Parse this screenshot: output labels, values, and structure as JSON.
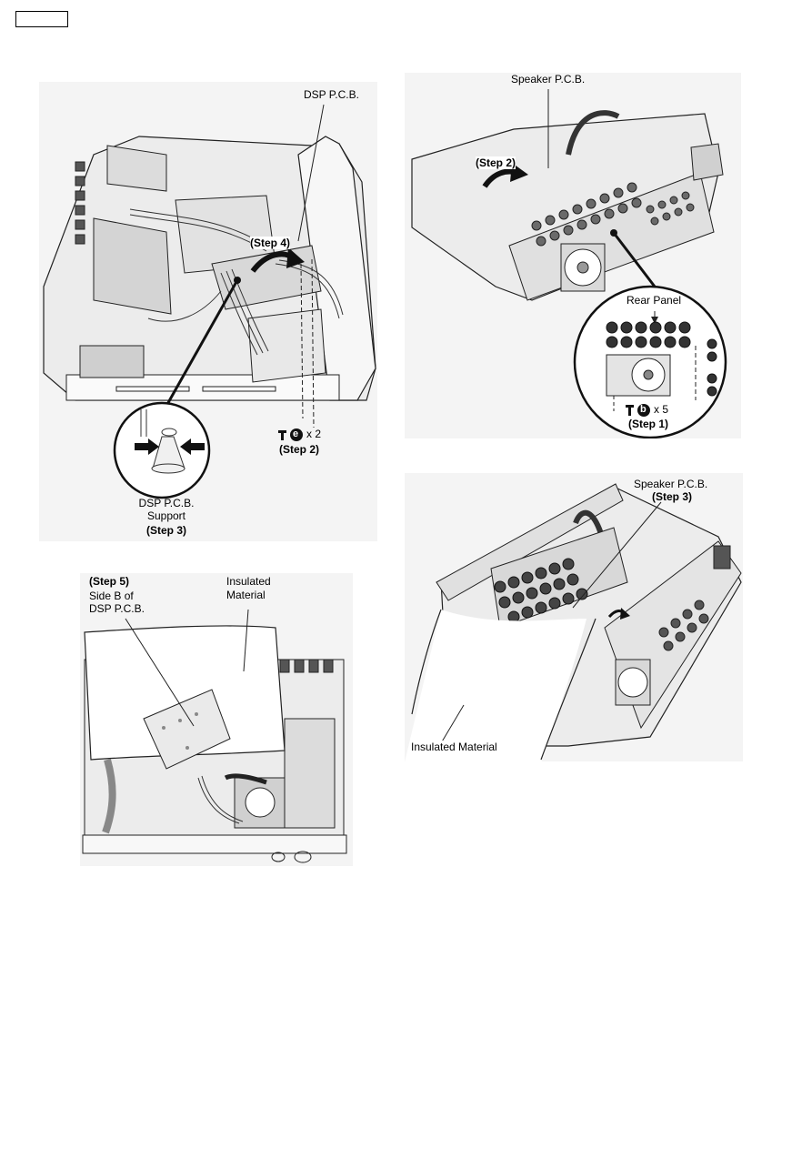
{
  "figure1": {
    "dsp_pcb": "DSP P.C.B.",
    "step4": "(Step 4)",
    "screw_symbol": "e",
    "screw_count": "x 2",
    "step2": "(Step 2)",
    "support_line1": "DSP P.C.B.",
    "support_line2": "Support",
    "step3": "(Step 3)"
  },
  "figure2": {
    "speaker_pcb": "Speaker P.C.B.",
    "step2": "(Step 2)",
    "rear_panel": "Rear Panel",
    "screw_symbol": "b",
    "screw_count": "x 5",
    "step1": "(Step 1)"
  },
  "figure3": {
    "step5": "(Step 5)",
    "side_line1": "Side B of",
    "side_line2": "DSP P.C.B.",
    "insulated_line1": "Insulated",
    "insulated_line2": "Material"
  },
  "figure4": {
    "speaker_pcb": "Speaker P.C.B.",
    "step3": "(Step 3)",
    "insulated": "Insulated Material"
  },
  "icons": [
    "screw-icon",
    "curved-arrow-icon",
    "push-arrow-icon",
    "fan-icon"
  ]
}
